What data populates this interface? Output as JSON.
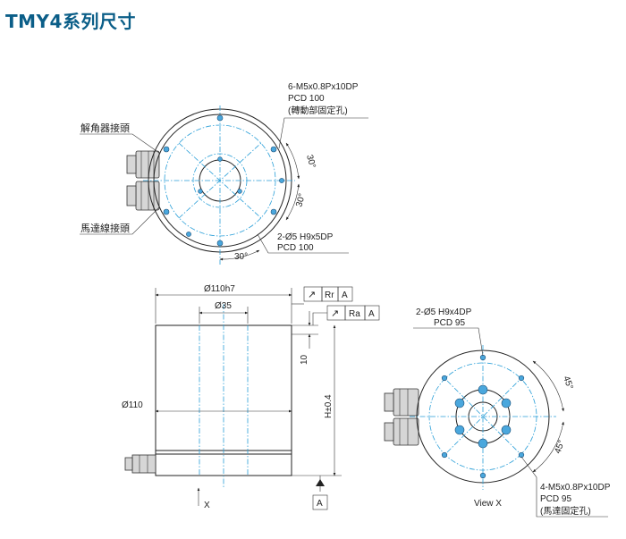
{
  "title": "TMY4系列尺寸",
  "top_view": {
    "resolver_connector": "解角器接頭",
    "motor_connector": "馬達線接頭",
    "thread_line1": "6-M5x0.8Px10DP",
    "thread_line2": "PCD 100",
    "thread_line3": "(轉動部固定孔)",
    "pin_line1": "2-Ø5 H9x5DP",
    "pin_line2": "PCD 100",
    "angle_a": "30°",
    "angle_b": "30°",
    "angle_c": "30°"
  },
  "side_view": {
    "dia_top": "Ø110h7",
    "dia_bore": "Ø35",
    "dia_body": "Ø110",
    "dim_10": "10",
    "height": "H±0.4",
    "fcf1_sym": "↗",
    "fcf1_label": "Rr",
    "fcf1_datum": "A",
    "fcf2_sym": "↗",
    "fcf2_label": "Ra",
    "fcf2_datum": "A",
    "datum": "A",
    "view_arrow": "X"
  },
  "bottom_view": {
    "pin_line1": "2-Ø5 H9x4DP",
    "pin_line2": "PCD 95",
    "angle_a": "45°",
    "angle_b": "45°",
    "thread_line1": "4-M5x0.8Px10DP",
    "thread_line2": "PCD 95",
    "thread_line3": "(馬達固定孔)",
    "view_label": "View X"
  }
}
